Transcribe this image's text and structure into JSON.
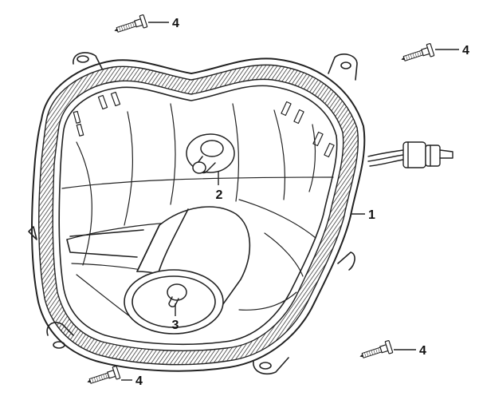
{
  "callouts": {
    "headlight_assembly": "1",
    "position_bulb": "2",
    "headlight_bulb": "3",
    "screw": "4"
  },
  "colors": {
    "line": "#222222",
    "background": "#ffffff"
  }
}
